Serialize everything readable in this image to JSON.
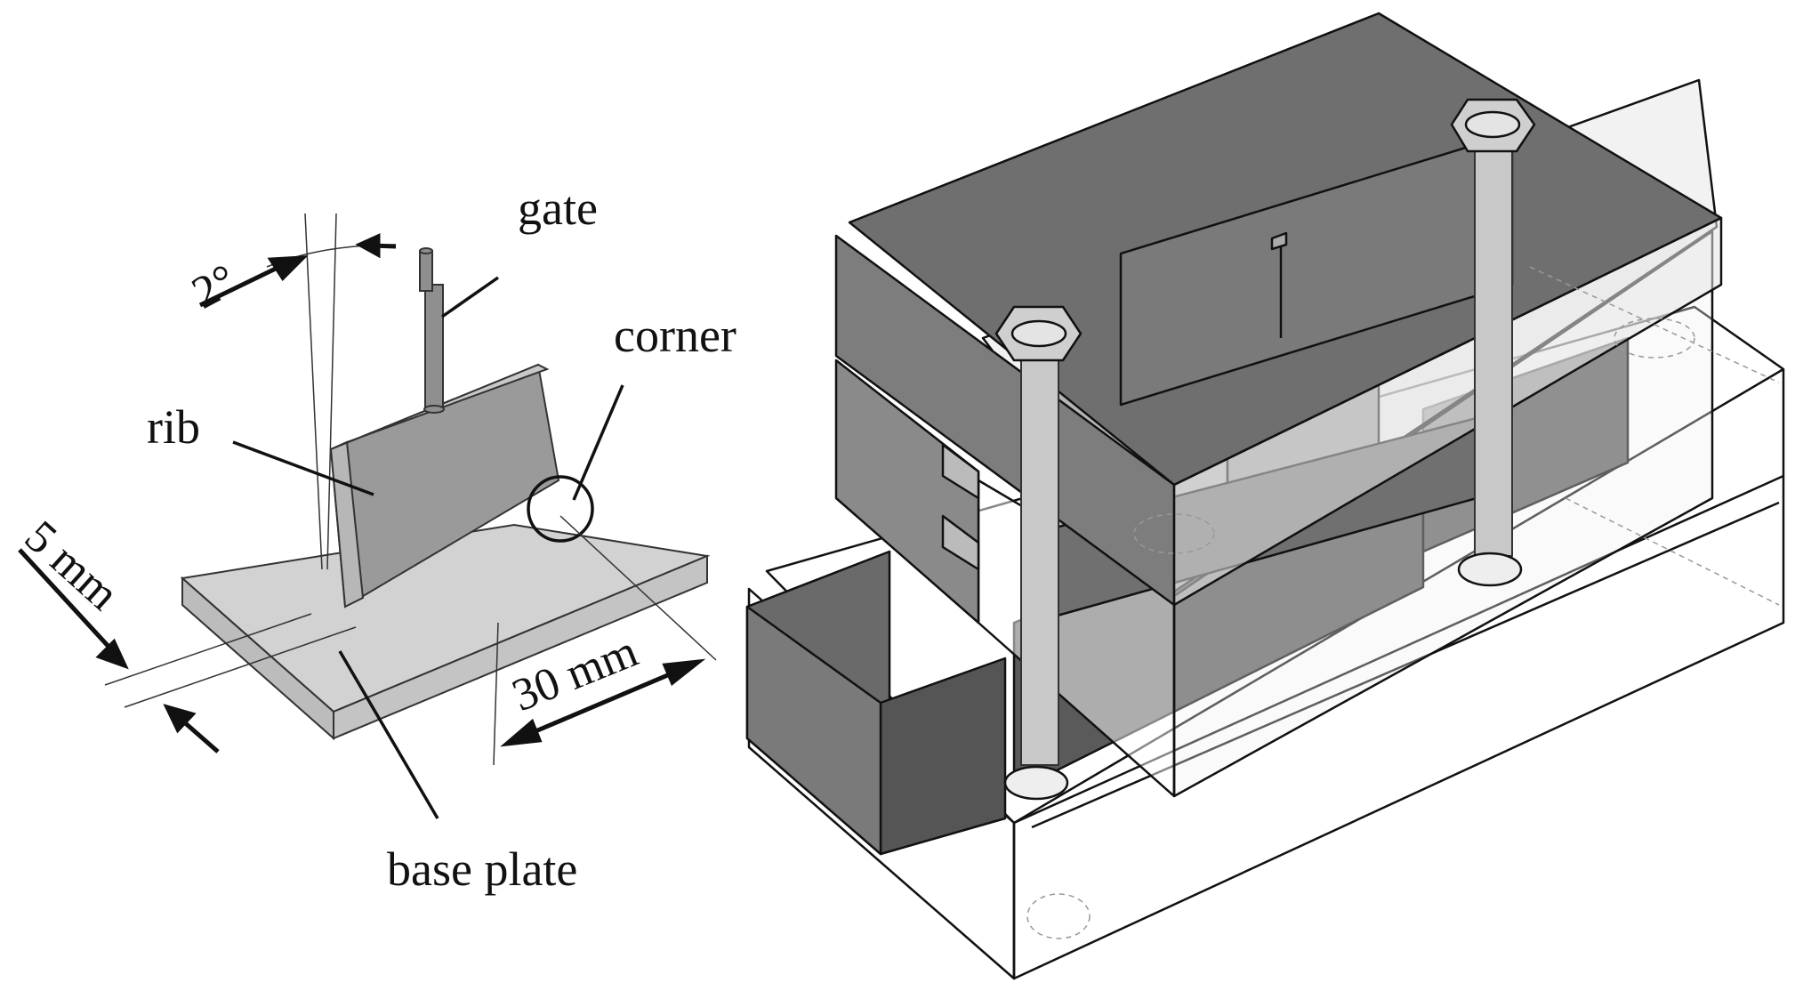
{
  "figure": {
    "left_part": {
      "labels": {
        "gate": "gate",
        "rib": "rib",
        "corner": "corner",
        "base_plate": "base plate",
        "angle": "2°",
        "dim_thickness": "5 mm",
        "dim_length": "30 mm"
      }
    },
    "right_part": {
      "description_free": true
    }
  }
}
